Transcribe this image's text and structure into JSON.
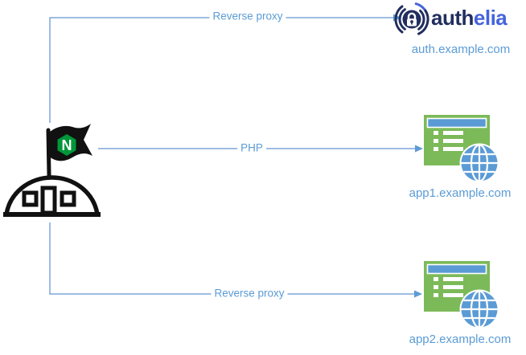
{
  "diagram": {
    "edges": [
      {
        "label": "Reverse proxy",
        "from": "nginx",
        "to": "authelia"
      },
      {
        "label": "PHP",
        "from": "nginx",
        "to": "app1"
      },
      {
        "label": "Reverse proxy",
        "from": "nginx",
        "to": "app2"
      }
    ],
    "nginx": {
      "flag_letter": "N"
    },
    "authelia": {
      "wordmark_primary": "auth",
      "wordmark_accent": "elia",
      "caption": "auth.example.com"
    },
    "app1": {
      "caption": "app1.example.com"
    },
    "app2": {
      "caption": "app2.example.com"
    },
    "colors": {
      "connector_line": "#7EA6D8",
      "arrowhead": "#5B9BD5",
      "label_text": "#5B9BD5",
      "caption_text": "#5B9BD5",
      "app_green": "#7CBA59",
      "office_blue": "#5B9BD5",
      "authelia_navy": "#212E5E",
      "authelia_accent": "#4664DC",
      "nginx_green": "#009639",
      "outline_black": "#111111"
    }
  }
}
